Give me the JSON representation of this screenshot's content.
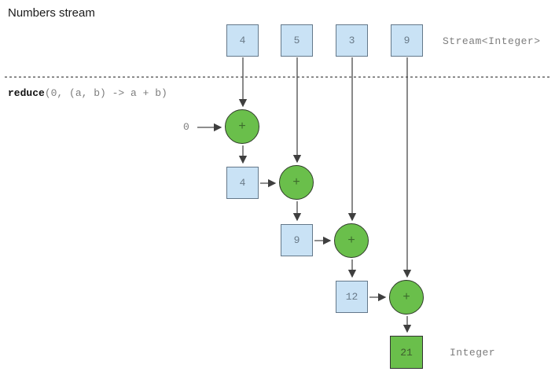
{
  "title": "Numbers stream",
  "stream": {
    "type_label": "Stream<Integer>",
    "values": [
      "4",
      "5",
      "3",
      "9"
    ]
  },
  "reduce": {
    "keyword": "reduce",
    "args": "(0, (a, b) -> a + b)",
    "seed": "0",
    "operator": "+"
  },
  "accumulators": [
    "4",
    "9",
    "12"
  ],
  "result": {
    "value": "21",
    "type_label": "Integer"
  },
  "colors": {
    "stream_box_fill": "#c9e2f5",
    "stream_box_border": "#64788a",
    "op_circle_fill": "#6abf4b",
    "op_circle_border": "#2f3b2a",
    "result_box_fill": "#6abf4b",
    "line": "#3f3f3f",
    "muted_text": "#7d7d7d"
  }
}
